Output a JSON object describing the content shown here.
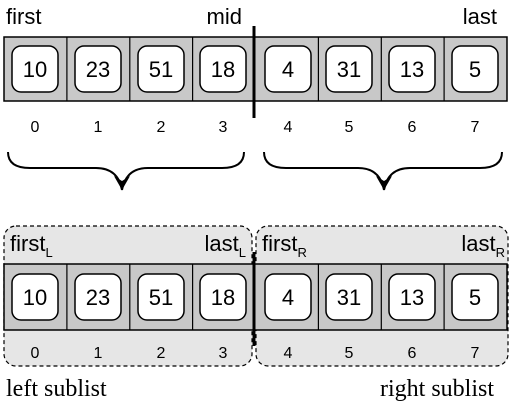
{
  "top": {
    "first_label": "first",
    "mid_label": "mid",
    "last_label": "last",
    "values": [
      "10",
      "23",
      "51",
      "18",
      "4",
      "31",
      "13",
      "5"
    ],
    "indices": [
      "0",
      "1",
      "2",
      "3",
      "4",
      "5",
      "6",
      "7"
    ]
  },
  "left": {
    "first_label": "first",
    "first_sub": "L",
    "last_label": "last",
    "last_sub": "L",
    "values": [
      "10",
      "23",
      "51",
      "18"
    ],
    "indices": [
      "0",
      "1",
      "2",
      "3"
    ],
    "caption": "left sublist"
  },
  "right": {
    "first_label": "first",
    "first_sub": "R",
    "last_label": "last",
    "last_sub": "R",
    "values": [
      "4",
      "31",
      "13",
      "5"
    ],
    "indices": [
      "4",
      "5",
      "6",
      "7"
    ],
    "caption": "right sublist"
  },
  "colors": {
    "cell_bg": "#c8c8c8",
    "panel_bg": "#e6e6e6",
    "stroke": "#000000"
  }
}
